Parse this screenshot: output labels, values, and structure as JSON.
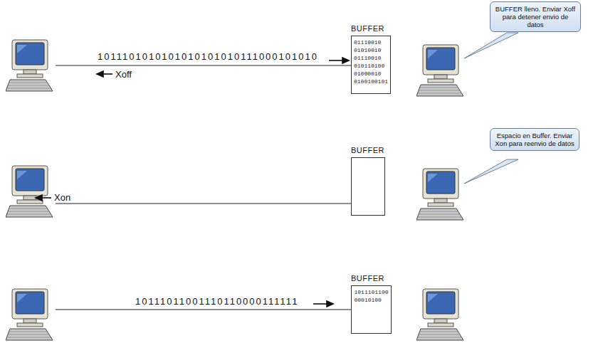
{
  "diagram": {
    "nodes": [
      {
        "text": [
          "BUFFER lleno. Enviar Xoff para detener envio de datos"
        ]
      },
      {
        "text": [
          "BUFFER",
          "01110010 01010010 01110010 010110100 01000010 0100100101"
        ]
      },
      {
        "text": [
          "Espacio en Buffer. Enviar Xon para reenvio de datos"
        ]
      },
      {
        "text": [
          "BUFFER"
        ]
      },
      {
        "text": [
          "BUFFER",
          "1011101100 00010100"
        ]
      }
    ],
    "labels": [
      "1011101010101010101010111000101010",
      "Xoff",
      "Xon",
      "10111011001110110000111111"
    ]
  }
}
